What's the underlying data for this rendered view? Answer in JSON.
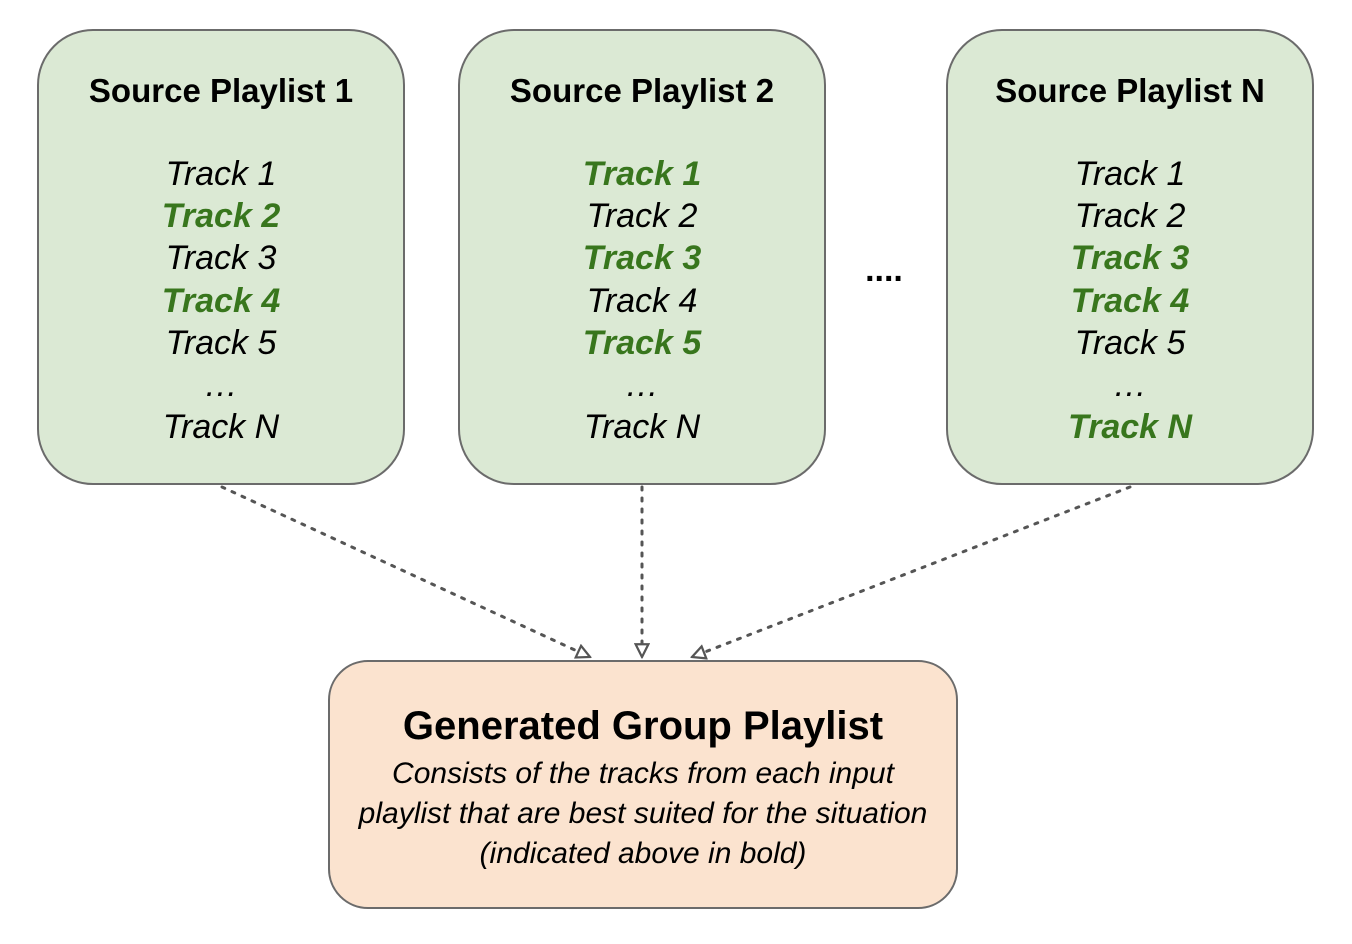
{
  "sources": [
    {
      "title": "Source Playlist 1",
      "items": [
        {
          "label": "Track 1",
          "selected": false
        },
        {
          "label": "Track 2",
          "selected": true
        },
        {
          "label": "Track 3",
          "selected": false
        },
        {
          "label": "Track 4",
          "selected": true
        },
        {
          "label": "Track 5",
          "selected": false
        },
        {
          "label": "…",
          "selected": false
        },
        {
          "label": "Track N",
          "selected": false
        }
      ]
    },
    {
      "title": "Source Playlist 2",
      "items": [
        {
          "label": "Track 1",
          "selected": true
        },
        {
          "label": "Track 2",
          "selected": false
        },
        {
          "label": "Track 3",
          "selected": true
        },
        {
          "label": "Track 4",
          "selected": false
        },
        {
          "label": "Track 5",
          "selected": true
        },
        {
          "label": "…",
          "selected": false
        },
        {
          "label": "Track N",
          "selected": false
        }
      ]
    },
    {
      "title": "Source Playlist N",
      "items": [
        {
          "label": "Track 1",
          "selected": false
        },
        {
          "label": "Track 2",
          "selected": false
        },
        {
          "label": "Track 3",
          "selected": true
        },
        {
          "label": "Track 4",
          "selected": true
        },
        {
          "label": "Track 5",
          "selected": false
        },
        {
          "label": "…",
          "selected": false
        },
        {
          "label": "Track N",
          "selected": true
        }
      ]
    }
  ],
  "between_ellipsis": "....",
  "output": {
    "title": "Generated Group Playlist",
    "description": "Consists of the tracks from each input playlist that are best suited for the situation (indicated above in bold)"
  },
  "colors": {
    "source_fill": "#dbe9d4",
    "output_fill": "#fbe3cf",
    "border": "#6b6b6b",
    "selected_text": "#38761d",
    "connector": "#555555"
  }
}
